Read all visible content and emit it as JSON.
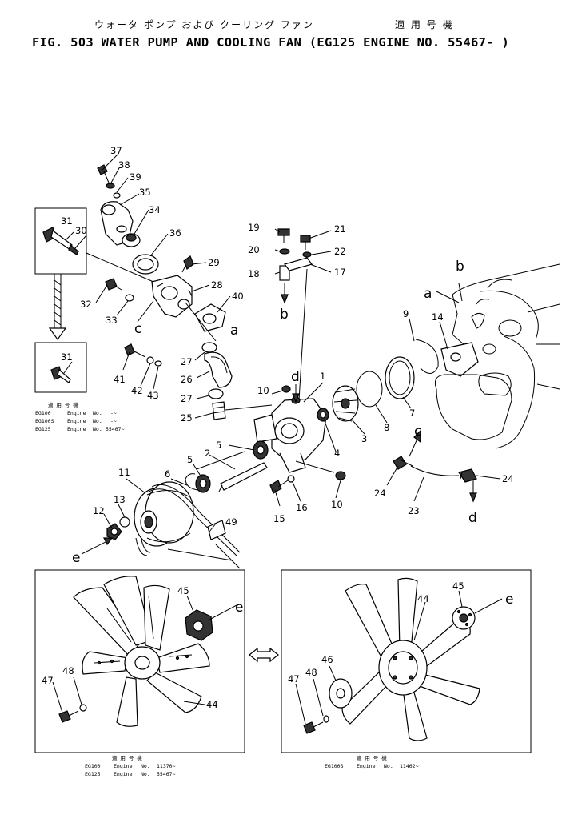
{
  "header": {
    "jp_title": "ウォータ ポンプ および クーリング ファン",
    "jp_applicability": "適 用 号 機",
    "title": "FIG. 503  WATER PUMP AND COOLING FAN (EG125 ENGINE NO. 55467- )"
  },
  "callouts": {
    "n1": "1",
    "n2": "2",
    "n3": "3",
    "n4": "4",
    "n5a": "5",
    "n5b": "5",
    "n6": "6",
    "n7": "7",
    "n8": "8",
    "n9": "9",
    "n10a": "10",
    "n10b": "10",
    "n11": "11",
    "n12": "12",
    "n13": "13",
    "n14": "14",
    "n15": "15",
    "n16": "16",
    "n17": "17",
    "n18": "18",
    "n19": "19",
    "n20": "20",
    "n21": "21",
    "n22": "22",
    "n23": "23",
    "n24a": "24",
    "n24b": "24",
    "n25": "25",
    "n26": "26",
    "n27a": "27",
    "n27b": "27",
    "n28": "28",
    "n29": "29",
    "n30": "30",
    "n31a": "31",
    "n31b": "31",
    "n32": "32",
    "n33": "33",
    "n34": "34",
    "n35": "35",
    "n36": "36",
    "n37": "37",
    "n38": "38",
    "n39": "39",
    "n40": "40",
    "n41": "41",
    "n42": "42",
    "n43": "43",
    "n44a": "44",
    "n44b": "44",
    "n45a": "45",
    "n45b": "45",
    "n46": "46",
    "n47a": "47",
    "n47b": "47",
    "n48a": "48",
    "n48b": "48",
    "n49": "49"
  },
  "letters": {
    "a1": "a",
    "a2": "a",
    "b1": "b",
    "b2": "b",
    "c1": "c",
    "c2": "c",
    "d1": "d",
    "d2": "d",
    "e1": "e",
    "e2": "e",
    "e3": "e"
  },
  "applicability_left": {
    "header": "適 用 号 機",
    "rows": [
      {
        "model": "EG100",
        "label": "Engine",
        "no": "No.",
        "range": "-~"
      },
      {
        "model": "EG100S",
        "label": "Engine",
        "no": "No.",
        "range": "-~"
      },
      {
        "model": "EG125",
        "label": "Engine",
        "no": "No.",
        "range": "55467~"
      }
    ]
  },
  "applicability_fan_left": {
    "header": "適 用 号 機",
    "rows": [
      {
        "model": "EG100",
        "label": "Engine",
        "no": "No.",
        "range": "11370~"
      },
      {
        "model": "EG125",
        "label": "Engine",
        "no": "No.",
        "range": "55467~"
      }
    ]
  },
  "applicability_fan_right": {
    "header": "適 用 号 機",
    "rows": [
      {
        "model": "EG100S",
        "label": "Engine",
        "no": "No.",
        "range": "11462~"
      }
    ]
  }
}
